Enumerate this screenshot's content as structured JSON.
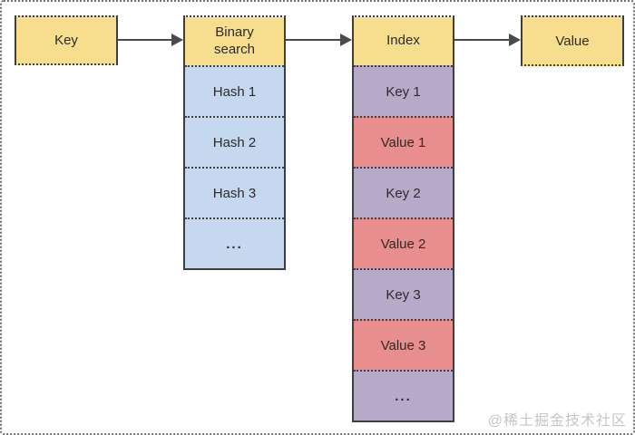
{
  "colors": {
    "yellow": "#F7DE8F",
    "blue": "#C5D8EF",
    "purple": "#B7A9C9",
    "red": "#E98E8E",
    "line": "#3F3F3F",
    "arrow": "#4A4A4A",
    "ink": "#2B2B2B",
    "wm": "#C6C6C6",
    "frame": "#6E6E6E",
    "bg": "#FFFFFF"
  },
  "nodes": {
    "key": {
      "label": "Key"
    },
    "value": {
      "label": "Value"
    }
  },
  "columns": [
    {
      "header": "Binary search",
      "cells": [
        {
          "label": "Hash 1"
        },
        {
          "label": "Hash 2"
        },
        {
          "label": "Hash 3"
        },
        {
          "label": "..."
        }
      ]
    },
    {
      "header": "Index",
      "cells": [
        {
          "label": "Key 1"
        },
        {
          "label": "Value 1"
        },
        {
          "label": "Key 2"
        },
        {
          "label": "Value 2"
        },
        {
          "label": "Key 3"
        },
        {
          "label": "Value 3"
        },
        {
          "label": "..."
        }
      ]
    }
  ],
  "arrows": [
    {
      "from": "Key",
      "to": "Binary search"
    },
    {
      "from": "Binary search",
      "to": "Index"
    },
    {
      "from": "Index",
      "to": "Value"
    }
  ],
  "watermark": "@稀土掘金技术社区"
}
